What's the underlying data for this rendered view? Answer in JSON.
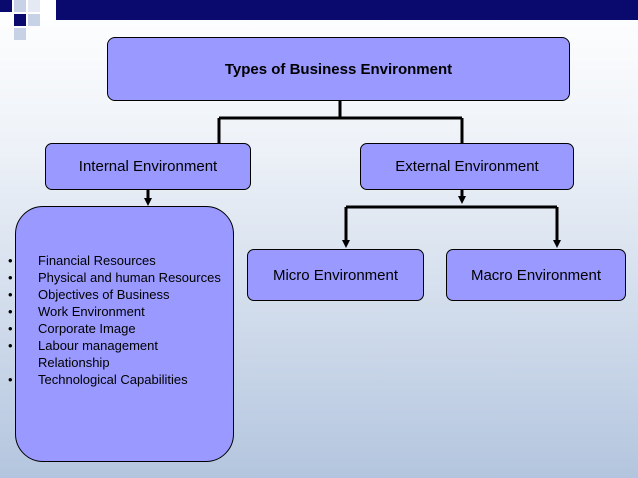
{
  "diagram": {
    "title": "Types of Business Environment",
    "internal": "Internal Environment",
    "external": "External Environment",
    "micro": "Micro Environment",
    "macro": "Macro Environment",
    "internal_factors": [
      "Financial Resources",
      "Physical and human Resources",
      "Objectives of Business",
      "Work Environment",
      "Corporate Image",
      "Labour management Relationship",
      "Technological Capabilities"
    ]
  },
  "colors": {
    "node_fill": "#9999ff",
    "line": "#000000",
    "corner_dark": "#0a0a6e",
    "corner_light": "#c8d2e6"
  }
}
